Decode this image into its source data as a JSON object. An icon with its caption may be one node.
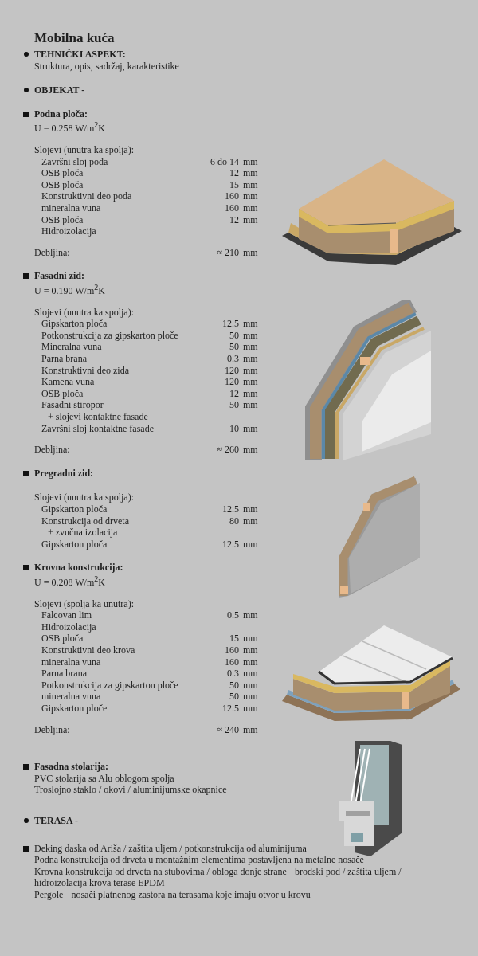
{
  "diagram": {
    "title": "Mobilna kuća",
    "labels": [
      "TEHNIČKI ASPEKT:",
      "Struktura, opis, sadržaj, karakteristike",
      "OBJEKAT -",
      "Podna ploča:",
      "U = 0.258 W/m$^{2}$K",
      "Slojevi (unutra ka spolja):",
      "Završni sloj poda",
      "6 do 14",
      "mm",
      "OSB ploča",
      "12",
      "mm",
      "OSB ploča",
      "15",
      "mm",
      "Konstruktivni deo poda",
      "160",
      "mm",
      "mineralna vuna",
      "160",
      "mm",
      "OSB ploča",
      "12",
      "mm",
      "Hidroizolacija",
      "Debljina:",
      "≈ 210",
      "mm",
      "Fasadni zid:",
      "U = 0.190 W/m$^{2}$K",
      "Slojevi (unutra ka spolja):",
      "Gipskarton ploča",
      "12.5",
      "mm",
      "Potkonstrukcija za gipskarton ploče",
      "50",
      "mm",
      "Mineralna vuna",
      "50",
      "mm",
      "Parna brana",
      "0.3",
      "mm",
      "Konstruktivni deo zida",
      "120",
      "mm",
      "Kamena vuna",
      "120",
      "mm",
      "OSB ploča",
      "12",
      "mm",
      "Fasadni stiropor",
      "50",
      "mm",
      "+ slojevi kontaktne fasade",
      "Završni sloj kontaktne fasade",
      "10",
      "mm",
      "Debljina:",
      "≈ 260",
      "mm",
      "Pregradni zid:",
      "Slojevi (unutra ka spolja):",
      "Gipskarton ploča",
      "12.5",
      "mm",
      "Konstrukcija od drveta",
      "80",
      "mm",
      "+ zvučna izolacija",
      "Gipskarton ploča",
      "12.5",
      "mm",
      "Krovna konstrukcija:",
      "U = 0.208 W/m$^{2}$K",
      "Slojevi (spolja ka unutra):",
      "Falcovan lim",
      "0.5",
      "mm",
      "Hidroizolacija",
      "OSB ploča",
      "15",
      "mm",
      "Konstruktivni deo krova",
      "160",
      "mm",
      "mineralna vuna",
      "160",
      "mm",
      "Parna brana",
      "0.3",
      "mm",
      "Potkonstrukcija za gipskarton ploče",
      "50",
      "mm",
      "mineralna vuna",
      "50",
      "mm",
      "Gipskarton ploče",
      "12.5",
      "mm",
      "Debljina:",
      "≈ 240",
      "mm",
      "Fasadna stolarija:",
      "PVC stolarija sa Alu oblogom spolja",
      "Troslojno staklo / okovi / aluminijumske okapnice",
      "TERASA -",
      "Deking daska od Ariša / zaštita uljem / potkonstrukcija od aluminijuma",
      "Podna konstrukcija od drveta u montažnim elementima postavljena na metalne nosače",
      "Krovna konstrukcija od drveta na stubovima / obloga donje strane - brodski pod / zaštita uljem / hidroizolacija krova terase EPDM",
      "Pergole - nosači platnenog zastora na terasama koje imaju otvor u krovu"
    ]
  }
}
